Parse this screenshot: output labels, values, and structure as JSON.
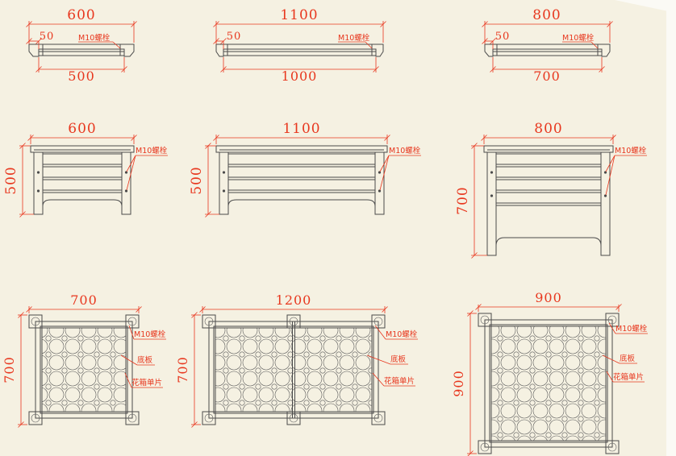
{
  "meta": {
    "background_color": "#f5f1e2",
    "dimension_color": "#e8371e",
    "line_color": "#4b4b4b"
  },
  "labels": {
    "bolt": "M10螺栓",
    "base_plate": "底板",
    "panel": "花箱单片"
  },
  "row1_sections": [
    {
      "top_width": "600",
      "end_offset": "50",
      "inner_width": "500"
    },
    {
      "top_width": "1100",
      "end_offset": "50",
      "inner_width": "1000"
    },
    {
      "top_width": "800",
      "end_offset": "50",
      "inner_width": "700"
    }
  ],
  "row2_elevations": [
    {
      "width": "600",
      "height": "500"
    },
    {
      "width": "1100",
      "height": "500"
    },
    {
      "width": "800",
      "height": "700"
    }
  ],
  "row3_plans": [
    {
      "width": "700",
      "height": "700"
    },
    {
      "width": "1200",
      "height": "700"
    },
    {
      "width": "900",
      "height": "900"
    }
  ]
}
